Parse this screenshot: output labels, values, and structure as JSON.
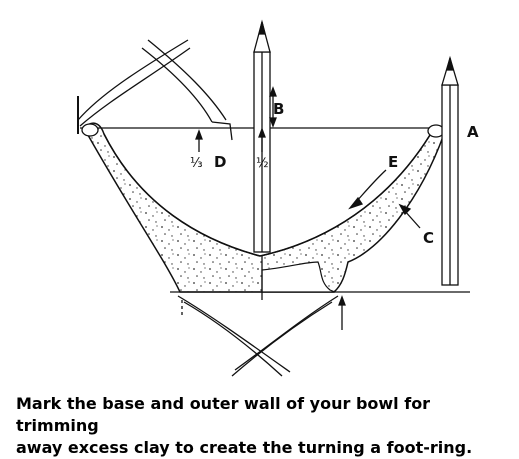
{
  "labels": {
    "a": "A",
    "b": "B",
    "c": "C",
    "d": "D",
    "e": "E",
    "third": "⅓",
    "half": "½"
  },
  "caption": {
    "line1": "Mark the base and outer wall of your bowl for trimming",
    "line2": "away excess clay to create the turning a foot-ring."
  }
}
